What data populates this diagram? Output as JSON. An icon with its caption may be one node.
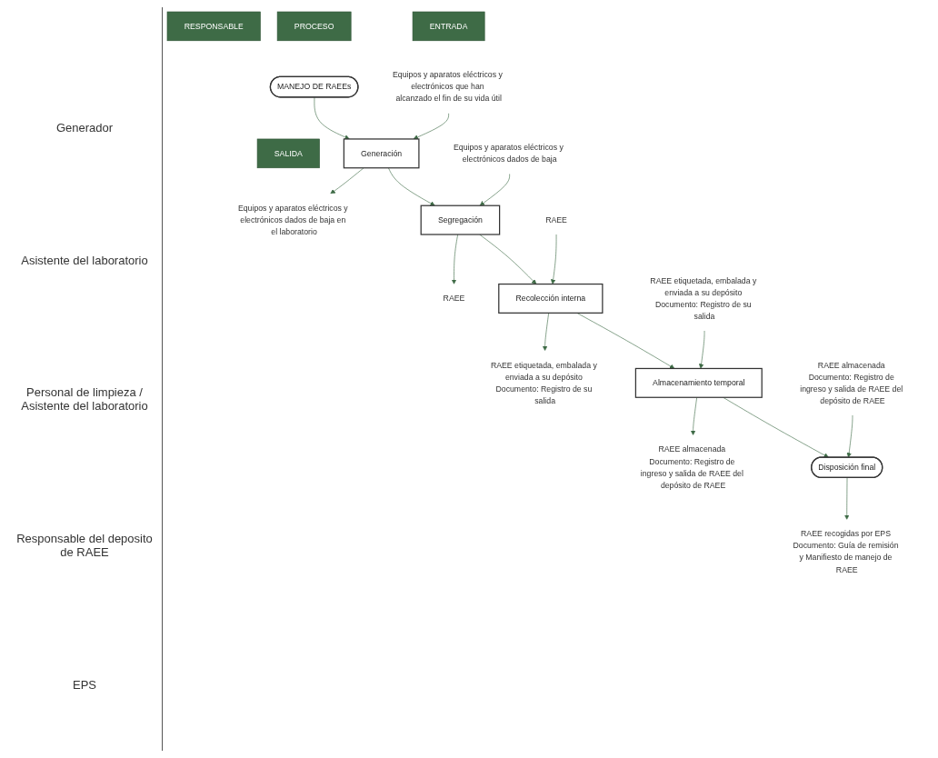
{
  "diagram": {
    "nodes": [
      {
        "text": [
          "RESPONSABLE"
        ]
      },
      {
        "text": [
          "ENTRADA"
        ]
      },
      {
        "text": [
          "PROCESO"
        ]
      },
      {
        "text": [
          "SALIDA"
        ]
      },
      {
        "text": [
          "MANEJO DE RAEEs"
        ]
      },
      {
        "text": [
          "Equipos y aparatos eléctricos y electrónicos que han alcanzado el fin de su vida útil"
        ]
      },
      {
        "text": [
          "Generación"
        ]
      },
      {
        "text": [
          "Equipos y aparatos eléctricos y electrónicos dados de baja en el laboratorio"
        ]
      },
      {
        "text": [
          "Equipos y aparatos eléctricos y electrónicos dados de baja"
        ]
      },
      {
        "text": [
          "Segregación"
        ]
      },
      {
        "text": [
          "RAEE"
        ]
      },
      {
        "text": [
          "RAEE"
        ]
      },
      {
        "text": [
          "Recolección interna"
        ]
      },
      {
        "text": [
          "RAEE etiquetada, embalada y enviada a su depósito Documento: Registro de su salida"
        ]
      },
      {
        "text": [
          "RAEE etiquetada, embalada y enviada a su depósito Documento: Registro de su salida"
        ]
      },
      {
        "text": [
          "Almacenamiento temporal"
        ]
      },
      {
        "text": [
          "RAEE almacenada Documento: Registro de ingreso y salida de RAEE del depósito de RAEE"
        ]
      },
      {
        "text": [
          "RAEE almacenada Documento: Registro de ingreso y salida de RAEE del depósito de RAEE"
        ]
      },
      {
        "text": [
          "Disposición final"
        ]
      },
      {
        "text": [
          "RAEE recogidas por EPS Documento: Guía de remisión y Manifiesto de manejo de RAEE"
        ]
      }
    ],
    "edges": [
      {
        "from": 4,
        "to": 6,
        "arrow": "to"
      },
      {
        "from": 5,
        "to": 6,
        "arrow": "to"
      },
      {
        "from": 6,
        "to": 7,
        "arrow": "to"
      },
      {
        "from": 6,
        "to": 9,
        "arrow": "to"
      },
      {
        "from": 8,
        "to": 9,
        "arrow": "to"
      },
      {
        "from": 9,
        "to": 10,
        "arrow": "to"
      },
      {
        "from": 9,
        "to": 12,
        "arrow": "to"
      },
      {
        "from": 11,
        "to": 12,
        "arrow": "to"
      },
      {
        "from": 12,
        "to": 13,
        "arrow": "to"
      },
      {
        "from": 12,
        "to": 15,
        "arrow": "to"
      },
      {
        "from": 14,
        "to": 15,
        "arrow": "to"
      },
      {
        "from": 15,
        "to": 16,
        "arrow": "to"
      },
      {
        "from": 15,
        "to": 18,
        "arrow": "to"
      },
      {
        "from": 17,
        "to": 18,
        "arrow": "to"
      },
      {
        "from": 18,
        "to": 19,
        "arrow": "to"
      }
    ],
    "labels": [
      "Generador",
      "Asistente del laboratorio",
      "Personal de limpieza / Asistente del laboratorio",
      "Responsable del deposito de RAEE",
      "EPS"
    ]
  }
}
